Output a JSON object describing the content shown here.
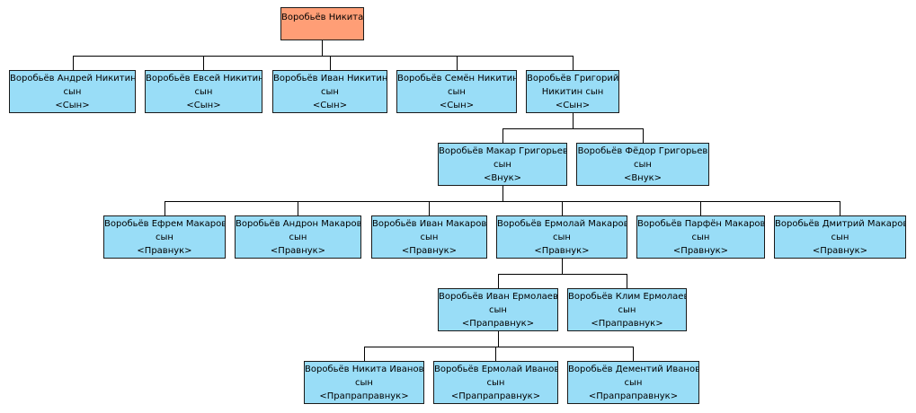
{
  "colors": {
    "root_fill": "#ff9e76",
    "node_fill": "#99ddf7",
    "border": "#1a1a1a",
    "line": "#000000"
  },
  "tree": {
    "root": {
      "lines": [
        "Воробьёв Никита"
      ]
    },
    "sons": [
      {
        "lines": [
          "Воробьёв Андрей Никитин",
          "сын",
          "<Сын>"
        ]
      },
      {
        "lines": [
          "Воробьёв Евсей Никитин",
          "сын",
          "<Сын>"
        ]
      },
      {
        "lines": [
          "Воробьёв Иван Никитин",
          "сын",
          "<Сын>"
        ]
      },
      {
        "lines": [
          "Воробьёв Семён Никитин",
          "сын",
          "<Сын>"
        ]
      },
      {
        "lines": [
          "Воробьёв Григорий",
          "Никитин сын",
          "<Сын>"
        ]
      }
    ],
    "grandsons": [
      {
        "lines": [
          "Воробьёв Макар Григорьев",
          "сын",
          "<Внук>"
        ]
      },
      {
        "lines": [
          "Воробьёв Фёдор Григорьев",
          "сын",
          "<Внук>"
        ]
      }
    ],
    "great_grandsons": [
      {
        "lines": [
          "Воробьёв Ефрем Макаров",
          "сын",
          "<Правнук>"
        ]
      },
      {
        "lines": [
          "Воробьёв Андрон Макаров",
          "сын",
          "<Правнук>"
        ]
      },
      {
        "lines": [
          "Воробьёв Иван Макаров",
          "сын",
          "<Правнук>"
        ]
      },
      {
        "lines": [
          "Воробьёв Ермолай Макаров",
          "сын",
          "<Правнук>"
        ]
      },
      {
        "lines": [
          "Воробьёв Парфён Макаров",
          "сын",
          "<Правнук>"
        ]
      },
      {
        "lines": [
          "Воробьёв Дмитрий Макаров",
          "сын",
          "<Правнук>"
        ]
      }
    ],
    "gg_grandsons": [
      {
        "lines": [
          "Воробьёв Иван Ермолаев",
          "сын",
          "<Праправнук>"
        ]
      },
      {
        "lines": [
          "Воробьёв Клим Ермолаев",
          "сын",
          "<Праправнук>"
        ]
      }
    ],
    "ggg_grandsons": [
      {
        "lines": [
          "Воробьёв Никита Иванов",
          "сын",
          "<Прапраправнук>"
        ]
      },
      {
        "lines": [
          "Воробьёв Ермолай Иванов",
          "сын",
          "<Прапраправнук>"
        ]
      },
      {
        "lines": [
          "Воробьёв Дементий Иванов",
          "сын",
          "<Прапраправнук>"
        ]
      }
    ]
  }
}
